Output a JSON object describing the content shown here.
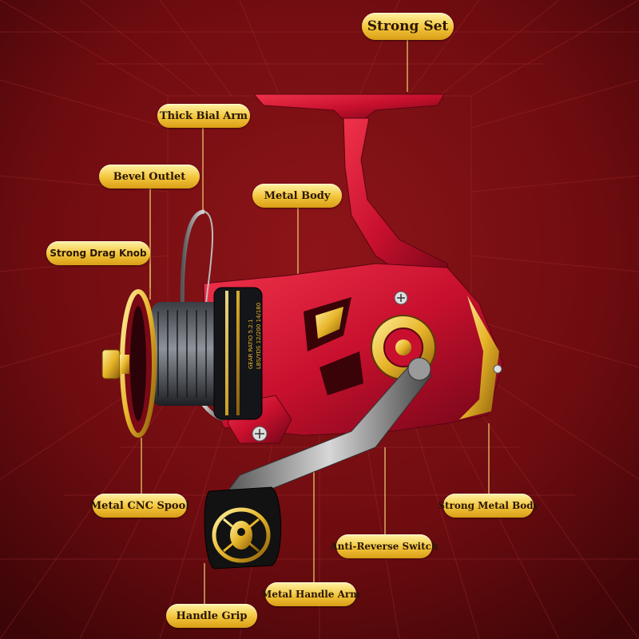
{
  "labels": {
    "strong_set": "Strong Set",
    "thick_bial_arm": "Thick Bial Arm",
    "bevel_outlet": "Bevel Outlet",
    "metal_body": "Metal Body",
    "strong_drag_knob": "Strong Drag Knob",
    "metal_cnc_spool": "Metal CNC Spool",
    "strong_metal_body": "Strong Metal Body",
    "anti_reverse_switch": "Anti-Reverse Switch",
    "metal_handle_arm": "Metal Handle Arm",
    "handle_grip": "Handle Grip"
  },
  "spool_print": {
    "line1": "GEAR RATIO 5.2:1",
    "line2": "LBS/YDS 12/200 14/180"
  },
  "colors": {
    "background": "#7a0f12",
    "reel_red": "#c8102e",
    "gold": "#e7b52a",
    "callout_text": "#2a1606",
    "leader_line": "#e8c768"
  }
}
